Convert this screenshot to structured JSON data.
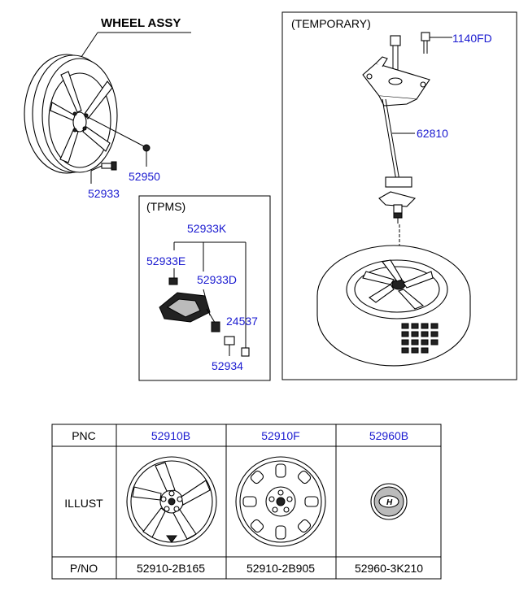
{
  "diagram": {
    "title": "WHEEL ASSY",
    "temporary_label": "(TEMPORARY)",
    "tpms_label": "(TPMS)",
    "callouts": {
      "c52933": "52933",
      "c52950": "52950",
      "c1140FD": "1140FD",
      "c62810": "62810",
      "c52933K": "52933K",
      "c52933E": "52933E",
      "c52933D": "52933D",
      "c24537": "24537",
      "c52934": "52934"
    }
  },
  "table": {
    "row_headers": {
      "pnc": "PNC",
      "illust": "ILLUST",
      "pno": "P/NO"
    },
    "columns": [
      {
        "pnc": "52910B",
        "pno": "52910-2B165"
      },
      {
        "pnc": "52910F",
        "pno": "52910-2B905"
      },
      {
        "pnc": "52960B",
        "pno": "52960-3K210"
      }
    ]
  }
}
